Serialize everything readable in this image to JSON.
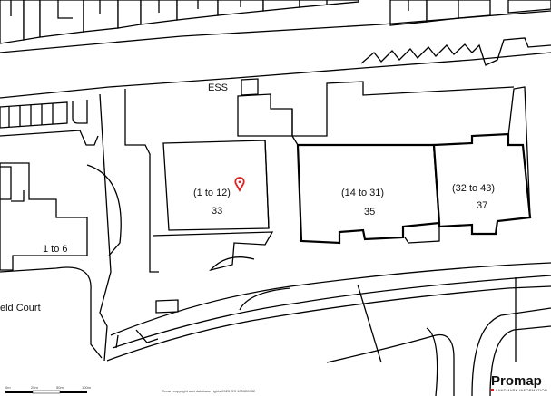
{
  "labels": {
    "street": "ESS",
    "flats_33": "(1 to 12)",
    "num_33": "33",
    "flats_35": "(14 to 31)",
    "num_35": "35",
    "flats_37": "(32 to 43)",
    "num_37": "37",
    "flats_left": "1 to 6",
    "court": "eld Court"
  },
  "scale_bar": {
    "ticks": [
      "0m",
      "25m",
      "50m",
      "100m"
    ]
  },
  "copyright": "Crown copyright and database rights 2023 OS 100022432",
  "logo": {
    "name": "Promap",
    "tagline": "LANDMARK INFORMATION"
  },
  "marker": {
    "icon": "location-pin-icon",
    "color": "#e02020"
  }
}
